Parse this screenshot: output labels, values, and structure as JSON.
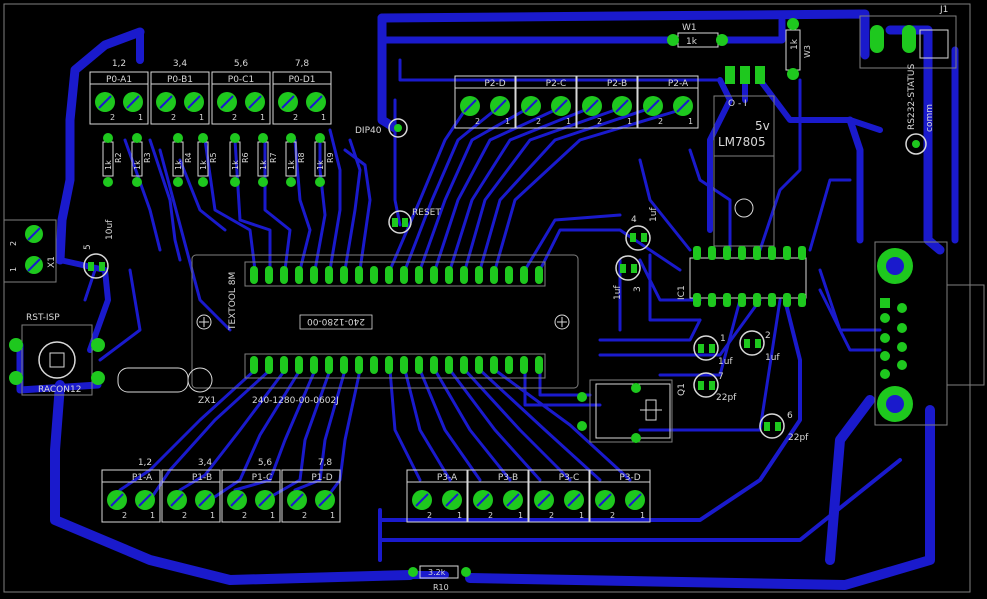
{
  "colors": {
    "background": "#000000",
    "trace": "#1a1acc",
    "pad": "#1ec81e",
    "silkscreen": "#d8d8d8",
    "outline": "#7f7f7f"
  },
  "headers_top_left": [
    {
      "pins": "1,2",
      "name": "P0-A1"
    },
    {
      "pins": "3,4",
      "name": "P0-B1"
    },
    {
      "pins": "5,6",
      "name": "P0-C1"
    },
    {
      "pins": "7,8",
      "name": "P0-D1"
    }
  ],
  "headers_top_right": [
    "P2-D",
    "P2-C",
    "P2-B",
    "P2-A"
  ],
  "headers_bottom_left": [
    {
      "pins": "1,2",
      "name": "P1-A"
    },
    {
      "pins": "3,4",
      "name": "P1-B"
    },
    {
      "pins": "5,6",
      "name": "P1-C"
    },
    {
      "pins": "7,8",
      "name": "P1-D"
    }
  ],
  "headers_bottom_right": [
    "P3-A",
    "P3-B",
    "P3-C",
    "P3-D"
  ],
  "terminal_pin_numbers": [
    "2",
    "1"
  ],
  "resistor_values": [
    "1k",
    "1k",
    "1k",
    "1k",
    "1k",
    "1k",
    "1k",
    "1k"
  ],
  "resistor_refs": [
    "R2",
    "R3",
    "R4",
    "R5",
    "R6",
    "R7",
    "R8",
    "R9"
  ],
  "labels": {
    "dip40": "DIP40",
    "reset": "RESET",
    "socket_vendor": "TEXTOOL 8M",
    "socket_part": "240-1280-00",
    "socket_part_full": "240-1280-00-0602J",
    "zx1": "ZX1",
    "rst_isp": "RST-ISP",
    "racon": "RACON12",
    "x1": "X1",
    "x1_pin2": "2",
    "x1_pin1": "1",
    "cap_5": "5",
    "cap_5_val": "10uf",
    "w1": "W1",
    "w1_val": "1k",
    "w3": "W3",
    "w3_val": "1k",
    "j1": "J1",
    "rs232": "RS232-STATUS",
    "comm": "comm",
    "regulator_pins": "O - I",
    "regulator_volt": "5v",
    "regulator_part": "LM7805",
    "ic1": "IC1",
    "cap_4": "4",
    "cap_4_val": "1uf",
    "cap_3": "3",
    "cap_3_val": "1uf",
    "cap_1": "1",
    "cap_1_val": "1uf",
    "cap_2": "2",
    "cap_2_val": "1uf",
    "q1": "Q1",
    "cap_7": "7",
    "cap_7_val": "22pf",
    "cap_6": "6",
    "cap_6_val": "22pf",
    "r10": "R10",
    "r10_val": "3.2k"
  }
}
